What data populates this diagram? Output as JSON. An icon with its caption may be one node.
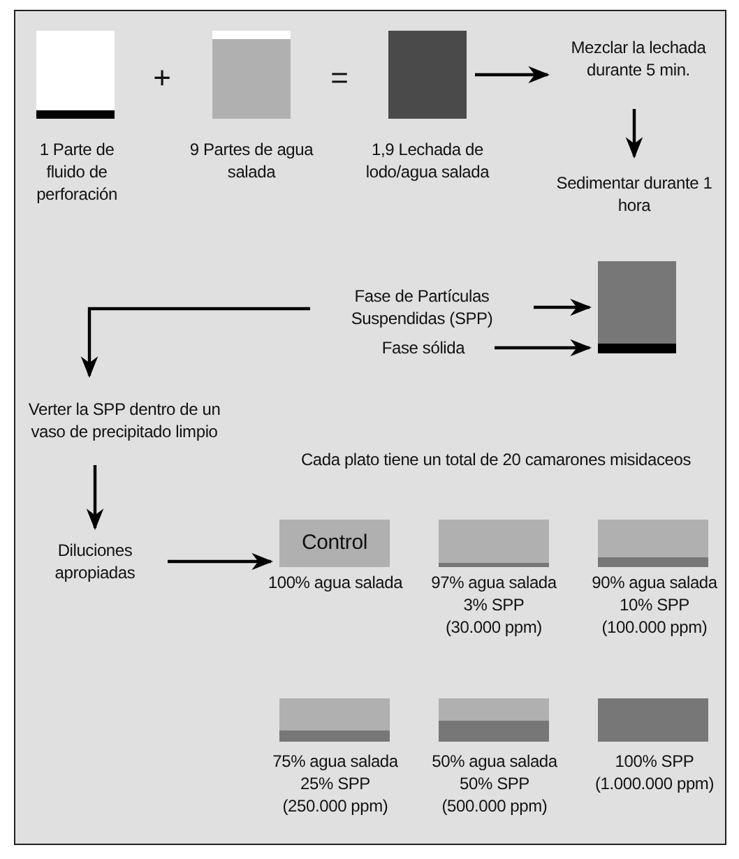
{
  "diagram": {
    "nodes": [
      {
        "text": [],
        "shape": "box",
        "beside": [
          "1 Parte de fluido de perforación"
        ]
      },
      {
        "text": [],
        "shape": "box",
        "beside": [
          "9 Partes de agua salada"
        ]
      },
      {
        "text": [],
        "shape": "box",
        "beside": [
          "1,9 Lechada de lodo/agua salada"
        ]
      },
      {
        "text": [
          "Mezclar la lechada durante 5 min."
        ]
      },
      {
        "text": [
          "Sedimentar durante 1 hora"
        ]
      },
      {
        "text": [
          "Fase de Partículas Suspendidas (SPP)"
        ]
      },
      {
        "text": [
          "Fase sólida"
        ]
      },
      {
        "text": [],
        "shape": "box"
      },
      {
        "text": [
          "Verter la SPP dentro de un vaso de precipitado limpio"
        ]
      },
      {
        "text": [
          "Diluciones apropiadas"
        ]
      },
      {
        "text": [
          "Control"
        ],
        "beside": [
          "100% agua salada"
        ]
      },
      {
        "text": [],
        "shape": "box",
        "beside": [
          "97% agua salada",
          "3% SPP",
          "(30.000 ppm)"
        ]
      },
      {
        "text": [],
        "shape": "box",
        "beside": [
          "90% agua salada",
          "10% SPP",
          "(100.000 ppm)"
        ]
      },
      {
        "text": [],
        "shape": "box",
        "beside": [
          "75% agua salada",
          "25% SPP",
          "(250.000 ppm)"
        ]
      },
      {
        "text": [],
        "shape": "box",
        "beside": [
          "50% agua salada",
          "50% SPP",
          "(500.000 ppm)"
        ]
      },
      {
        "text": [],
        "shape": "box",
        "beside": [
          "100% SPP",
          "(1.000.000 ppm)"
        ]
      }
    ],
    "edges": [
      {
        "from": 2,
        "to": 3,
        "arrow": "to"
      },
      {
        "from": 3,
        "to": 4,
        "arrow": "to"
      },
      {
        "from": 5,
        "to": 7,
        "arrow": "to"
      },
      {
        "from": 6,
        "to": 7,
        "arrow": "to"
      },
      {
        "from": 5,
        "to": 8,
        "arrow": "to"
      },
      {
        "from": 8,
        "to": 9,
        "arrow": "to"
      },
      {
        "from": 9,
        "to": 10,
        "arrow": "to"
      }
    ],
    "labels": [
      "+",
      "=",
      "Cada plato tiene un total de 20 camarones misidaceos"
    ]
  }
}
